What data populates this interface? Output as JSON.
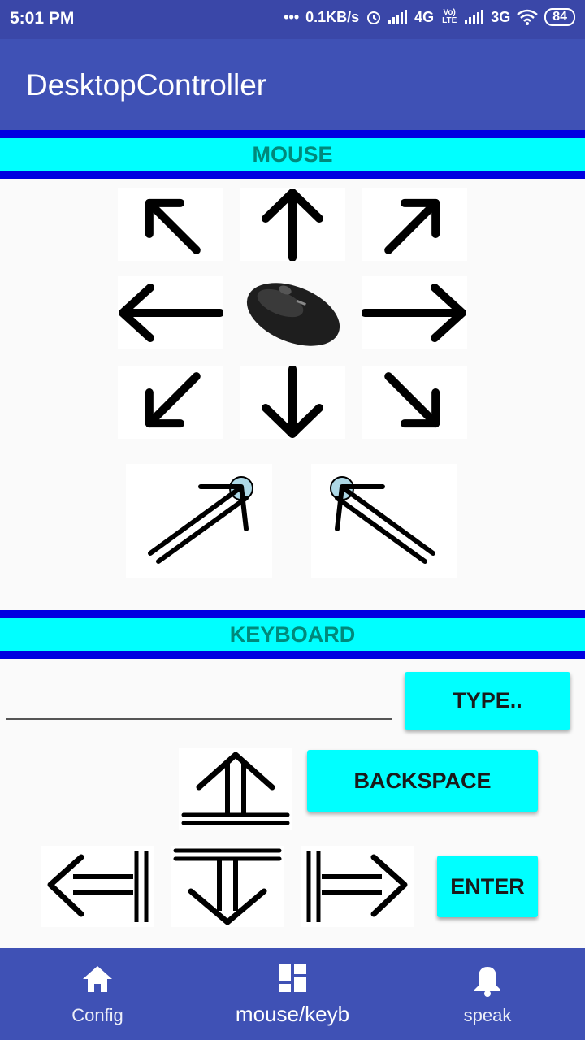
{
  "status_bar": {
    "time": "5:01 PM",
    "dots": "•••",
    "speed": "0.1KB/s",
    "network1": "4G",
    "network2": "3G",
    "volte": "Vo) LTE",
    "battery": "84"
  },
  "app_bar": {
    "title": "DesktopController"
  },
  "mouse_section": {
    "title": "MOUSE",
    "buttons": [
      "move-up-left",
      "move-up",
      "move-up-right",
      "move-left",
      "mouse-center",
      "move-right",
      "move-down-left",
      "move-down",
      "move-down-right",
      "left-click",
      "right-click"
    ]
  },
  "keyboard_section": {
    "title": "KEYBOARD",
    "type_input_value": "",
    "type_button": "TYPE..",
    "backspace_button": "BACKSPACE",
    "enter_button": "ENTER"
  },
  "bottom_nav": {
    "items": [
      {
        "label": "Config",
        "icon": "home-icon"
      },
      {
        "label": "mouse/keyb",
        "icon": "dashboard-icon"
      },
      {
        "label": "speak",
        "icon": "bell-icon"
      }
    ]
  },
  "colors": {
    "primary": "#3f51b5",
    "status_bar": "#3a47a8",
    "band_border": "#0000e0",
    "band_fill": "#00ffff",
    "band_text": "#00897b",
    "button_fill": "#00ffff"
  }
}
